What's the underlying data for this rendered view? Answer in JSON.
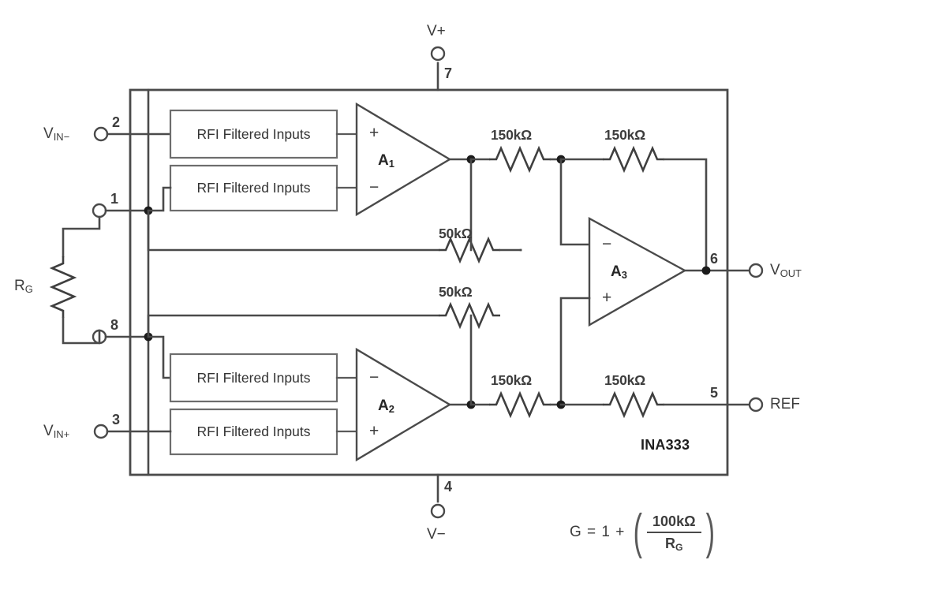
{
  "diagram": {
    "title": "INA333 Instrumentation Amplifier Block Diagram",
    "part_number": "INA333",
    "ink_color": "#4a4a4a",
    "background": "#ffffff"
  },
  "rails": {
    "positive": {
      "label": "V+",
      "pin": "7"
    },
    "negative": {
      "label": "V−",
      "pin": "4"
    }
  },
  "terminals": [
    {
      "name": "vin-minus",
      "label_main": "V",
      "label_sub": "IN−",
      "pin": "2"
    },
    {
      "name": "rg-top",
      "label_main": "",
      "label_sub": "",
      "pin": "1"
    },
    {
      "name": "rg-bottom",
      "label_main": "",
      "label_sub": "",
      "pin": "8"
    },
    {
      "name": "vin-plus",
      "label_main": "V",
      "label_sub": "IN+",
      "pin": "3"
    },
    {
      "name": "vout",
      "label_main": "V",
      "label_sub": "OUT",
      "pin": "6"
    },
    {
      "name": "ref",
      "label_main": "REF",
      "label_sub": "",
      "pin": "5"
    }
  ],
  "external": {
    "gain_resistor": {
      "label_main": "R",
      "label_sub": "G"
    }
  },
  "rfi_blocks": [
    {
      "id": "rfi-a1-plus",
      "label": "RFI Filtered Inputs"
    },
    {
      "id": "rfi-a1-minus",
      "label": "RFI Filtered Inputs"
    },
    {
      "id": "rfi-a2-minus",
      "label": "RFI Filtered Inputs"
    },
    {
      "id": "rfi-a2-plus",
      "label": "RFI Filtered Inputs"
    }
  ],
  "amplifiers": [
    {
      "id": "a1",
      "label_main": "A",
      "label_sub": "1",
      "top_input": "+",
      "bottom_input": "−"
    },
    {
      "id": "a2",
      "label_main": "A",
      "label_sub": "2",
      "top_input": "−",
      "bottom_input": "+"
    },
    {
      "id": "a3",
      "label_main": "A",
      "label_sub": "3",
      "top_input": "−",
      "bottom_input": "+"
    }
  ],
  "resistors": [
    {
      "id": "r-fb-a1",
      "value": "50kΩ"
    },
    {
      "id": "r-fb-a2",
      "value": "50kΩ"
    },
    {
      "id": "r-a1-in",
      "value": "150kΩ"
    },
    {
      "id": "r-a3-fb-top",
      "value": "150kΩ"
    },
    {
      "id": "r-a2-in",
      "value": "150kΩ"
    },
    {
      "id": "r-a3-ref",
      "value": "150kΩ"
    }
  ],
  "gain_equation": {
    "lead": "G = 1 +",
    "numerator": "100kΩ",
    "denominator_main": "R",
    "denominator_sub": "G",
    "bracket_open": "(",
    "bracket_close": ")"
  },
  "pin_numbers": {
    "p1": "1",
    "p2": "2",
    "p3": "3",
    "p4": "4",
    "p5": "5",
    "p6": "6",
    "p7": "7",
    "p8": "8"
  }
}
